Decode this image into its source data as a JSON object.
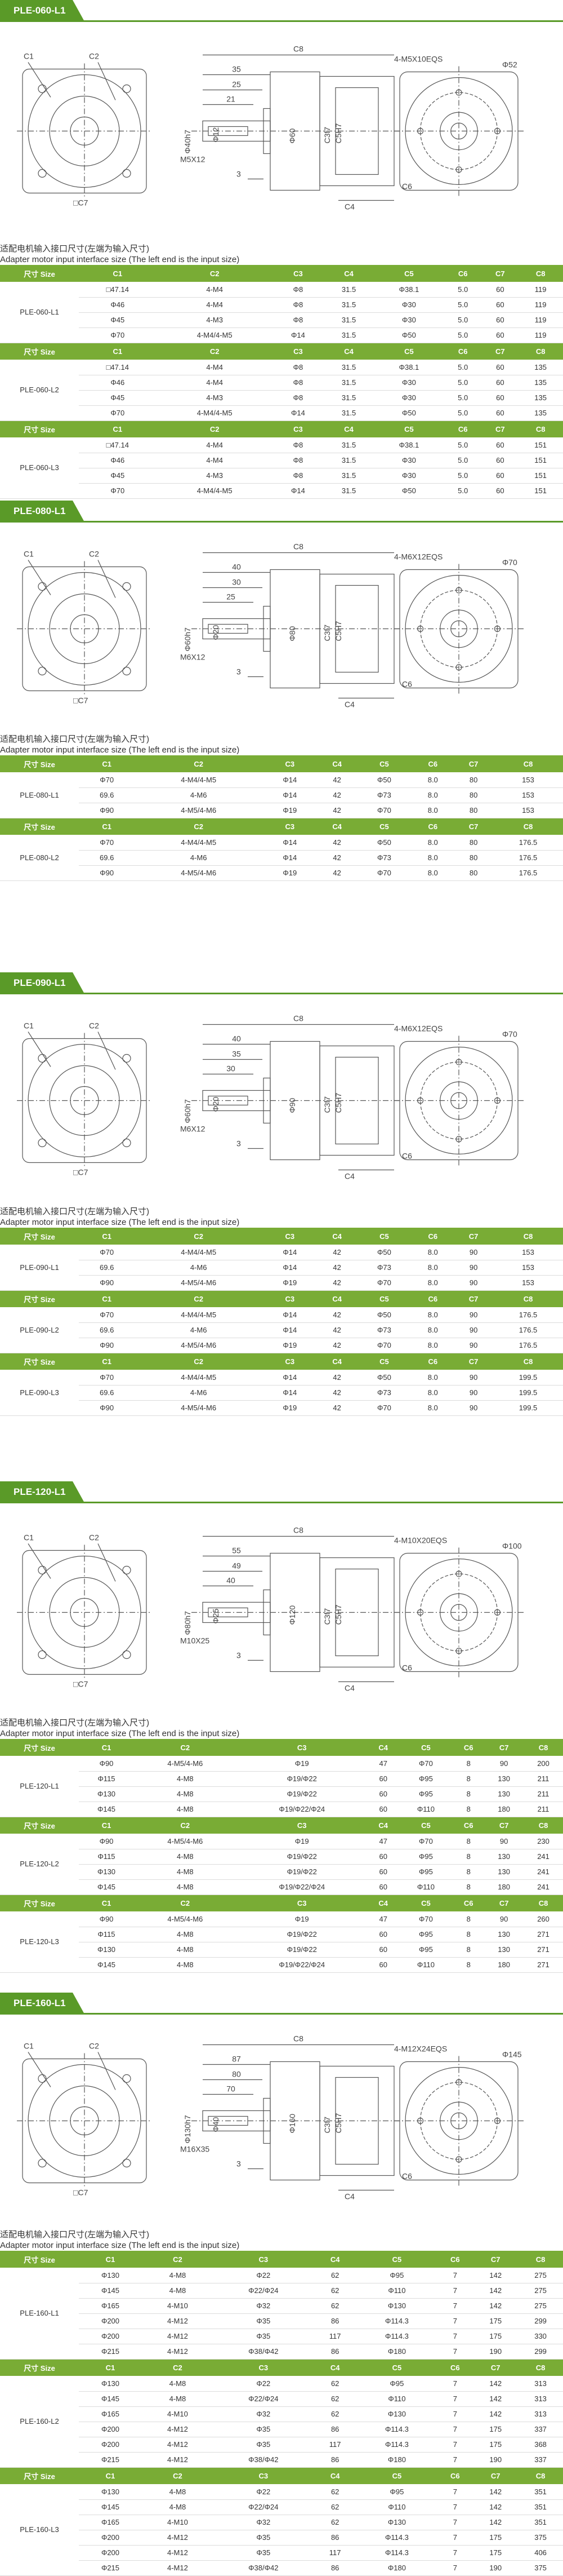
{
  "sections": [
    {
      "tag": "PLE-060-L1",
      "drawing": {
        "dims": [
          "C1",
          "C2",
          "C8",
          "35",
          "25",
          "21",
          "C3f7",
          "C5H7",
          "Φ40h7",
          "Φ12",
          "M5X12",
          "3",
          "C4",
          "C6",
          "□C7",
          "Φ60",
          "4-M5X10EQS",
          "Φ52"
        ]
      },
      "caption_cn": "适配电机输入接口尺寸(左端为输入尺寸)",
      "caption_en": "Adapter motor input interface size (The left end is the input size)",
      "headers": [
        "尺寸 Size",
        "C1",
        "C2",
        "C3",
        "C4",
        "C5",
        "C6",
        "C7",
        "C8"
      ],
      "groups": [
        {
          "name": "PLE-060-L1",
          "rows": [
            [
              "□47.14",
              "4-M4",
              "Φ8",
              "31.5",
              "Φ38.1",
              "5.0",
              "60",
              "119"
            ],
            [
              "Φ46",
              "4-M4",
              "Φ8",
              "31.5",
              "Φ30",
              "5.0",
              "60",
              "119"
            ],
            [
              "Φ45",
              "4-M3",
              "Φ8",
              "31.5",
              "Φ30",
              "5.0",
              "60",
              "119"
            ],
            [
              "Φ70",
              "4-M4/4-M5",
              "Φ14",
              "31.5",
              "Φ50",
              "5.0",
              "60",
              "119"
            ]
          ]
        },
        {
          "name": "PLE-060-L2",
          "rows": [
            [
              "□47.14",
              "4-M4",
              "Φ8",
              "31.5",
              "Φ38.1",
              "5.0",
              "60",
              "135"
            ],
            [
              "Φ46",
              "4-M4",
              "Φ8",
              "31.5",
              "Φ30",
              "5.0",
              "60",
              "135"
            ],
            [
              "Φ45",
              "4-M3",
              "Φ8",
              "31.5",
              "Φ30",
              "5.0",
              "60",
              "135"
            ],
            [
              "Φ70",
              "4-M4/4-M5",
              "Φ14",
              "31.5",
              "Φ50",
              "5.0",
              "60",
              "135"
            ]
          ]
        },
        {
          "name": "PLE-060-L3",
          "rows": [
            [
              "□47.14",
              "4-M4",
              "Φ8",
              "31.5",
              "Φ38.1",
              "5.0",
              "60",
              "151"
            ],
            [
              "Φ46",
              "4-M4",
              "Φ8",
              "31.5",
              "Φ30",
              "5.0",
              "60",
              "151"
            ],
            [
              "Φ45",
              "4-M3",
              "Φ8",
              "31.5",
              "Φ30",
              "5.0",
              "60",
              "151"
            ],
            [
              "Φ70",
              "4-M4/4-M5",
              "Φ14",
              "31.5",
              "Φ50",
              "5.0",
              "60",
              "151"
            ]
          ]
        }
      ]
    },
    {
      "tag": "PLE-080-L1",
      "drawing": {
        "dims": [
          "C1",
          "C2",
          "C8",
          "40",
          "30",
          "25",
          "C3f7",
          "C5H7",
          "Φ60h7",
          "Φ20",
          "M6X12",
          "3",
          "C4",
          "C6",
          "□C7",
          "Φ80",
          "4-M6X12EQS",
          "Φ70"
        ]
      },
      "caption_cn": "适配电机输入接口尺寸(左端为输入尺寸)",
      "caption_en": "Adapter motor input interface size (The left end is the input size)",
      "headers": [
        "尺寸 Size",
        "C1",
        "C2",
        "C3",
        "C4",
        "C5",
        "C6",
        "C7",
        "C8"
      ],
      "groups": [
        {
          "name": "PLE-080-L1",
          "rows": [
            [
              "Φ70",
              "4-M4/4-M5",
              "Φ14",
              "42",
              "Φ50",
              "8.0",
              "80",
              "153"
            ],
            [
              "69.6",
              "4-M6",
              "Φ14",
              "42",
              "Φ73",
              "8.0",
              "80",
              "153"
            ],
            [
              "Φ90",
              "4-M5/4-M6",
              "Φ19",
              "42",
              "Φ70",
              "8.0",
              "80",
              "153"
            ]
          ]
        },
        {
          "name": "PLE-080-L2",
          "rows": [
            [
              "Φ70",
              "4-M4/4-M5",
              "Φ14",
              "42",
              "Φ50",
              "8.0",
              "80",
              "176.5"
            ],
            [
              "69.6",
              "4-M6",
              "Φ14",
              "42",
              "Φ73",
              "8.0",
              "80",
              "176.5"
            ],
            [
              "Φ90",
              "4-M5/4-M6",
              "Φ19",
              "42",
              "Φ70",
              "8.0",
              "80",
              "176.5"
            ]
          ]
        }
      ]
    },
    {
      "tag": "PLE-090-L1",
      "drawing": {
        "dims": [
          "C1",
          "C2",
          "C8",
          "40",
          "35",
          "30",
          "C3f7",
          "C5H7",
          "Φ60h7",
          "Φ20",
          "M6X12",
          "3",
          "C4",
          "C6",
          "□C7",
          "Φ90",
          "4-M6X12EQS",
          "Φ70"
        ]
      },
      "caption_cn": "适配电机输入接口尺寸(左端为输入尺寸)",
      "caption_en": "Adapter motor input interface size (The left end is the input size)",
      "headers": [
        "尺寸 Size",
        "C1",
        "C2",
        "C3",
        "C4",
        "C5",
        "C6",
        "C7",
        "C8"
      ],
      "groups": [
        {
          "name": "PLE-090-L1",
          "rows": [
            [
              "Φ70",
              "4-M4/4-M5",
              "Φ14",
              "42",
              "Φ50",
              "8.0",
              "90",
              "153"
            ],
            [
              "69.6",
              "4-M6",
              "Φ14",
              "42",
              "Φ73",
              "8.0",
              "90",
              "153"
            ],
            [
              "Φ90",
              "4-M5/4-M6",
              "Φ19",
              "42",
              "Φ70",
              "8.0",
              "90",
              "153"
            ]
          ]
        },
        {
          "name": "PLE-090-L2",
          "rows": [
            [
              "Φ70",
              "4-M4/4-M5",
              "Φ14",
              "42",
              "Φ50",
              "8.0",
              "90",
              "176.5"
            ],
            [
              "69.6",
              "4-M6",
              "Φ14",
              "42",
              "Φ73",
              "8.0",
              "90",
              "176.5"
            ],
            [
              "Φ90",
              "4-M5/4-M6",
              "Φ19",
              "42",
              "Φ70",
              "8.0",
              "90",
              "176.5"
            ]
          ]
        },
        {
          "name": "PLE-090-L3",
          "rows": [
            [
              "Φ70",
              "4-M4/4-M5",
              "Φ14",
              "42",
              "Φ50",
              "8.0",
              "90",
              "199.5"
            ],
            [
              "69.6",
              "4-M6",
              "Φ14",
              "42",
              "Φ73",
              "8.0",
              "90",
              "199.5"
            ],
            [
              "Φ90",
              "4-M5/4-M6",
              "Φ19",
              "42",
              "Φ70",
              "8.0",
              "90",
              "199.5"
            ]
          ]
        }
      ]
    },
    {
      "tag": "PLE-120-L1",
      "drawing": {
        "dims": [
          "C1",
          "C2",
          "C8",
          "55",
          "49",
          "40",
          "C3f7",
          "C5H7",
          "Φ80h7",
          "Φ25",
          "M10X25",
          "3",
          "C4",
          "C6",
          "□C7",
          "Φ120",
          "4-M10X20EQS",
          "Φ100"
        ]
      },
      "caption_cn": "适配电机输入接口尺寸(左端为输入尺寸)",
      "caption_en": "Adapter motor input interface size (The left end is the input size)",
      "headers": [
        "尺寸 Size",
        "C1",
        "C2",
        "C3",
        "C4",
        "C5",
        "C6",
        "C7",
        "C8"
      ],
      "groups": [
        {
          "name": "PLE-120-L1",
          "rows": [
            [
              "Φ90",
              "4-M5/4-M6",
              "Φ19",
              "47",
              "Φ70",
              "8",
              "90",
              "200"
            ],
            [
              "Φ115",
              "4-M8",
              "Φ19/Φ22",
              "60",
              "Φ95",
              "8",
              "130",
              "211"
            ],
            [
              "Φ130",
              "4-M8",
              "Φ19/Φ22",
              "60",
              "Φ95",
              "8",
              "130",
              "211"
            ],
            [
              "Φ145",
              "4-M8",
              "Φ19/Φ22/Φ24",
              "60",
              "Φ110",
              "8",
              "180",
              "211"
            ]
          ]
        },
        {
          "name": "PLE-120-L2",
          "rows": [
            [
              "Φ90",
              "4-M5/4-M6",
              "Φ19",
              "47",
              "Φ70",
              "8",
              "90",
              "230"
            ],
            [
              "Φ115",
              "4-M8",
              "Φ19/Φ22",
              "60",
              "Φ95",
              "8",
              "130",
              "241"
            ],
            [
              "Φ130",
              "4-M8",
              "Φ19/Φ22",
              "60",
              "Φ95",
              "8",
              "130",
              "241"
            ],
            [
              "Φ145",
              "4-M8",
              "Φ19/Φ22/Φ24",
              "60",
              "Φ110",
              "8",
              "180",
              "241"
            ]
          ]
        },
        {
          "name": "PLE-120-L3",
          "rows": [
            [
              "Φ90",
              "4-M5/4-M6",
              "Φ19",
              "47",
              "Φ70",
              "8",
              "90",
              "260"
            ],
            [
              "Φ115",
              "4-M8",
              "Φ19/Φ22",
              "60",
              "Φ95",
              "8",
              "130",
              "271"
            ],
            [
              "Φ130",
              "4-M8",
              "Φ19/Φ22",
              "60",
              "Φ95",
              "8",
              "130",
              "271"
            ],
            [
              "Φ145",
              "4-M8",
              "Φ19/Φ22/Φ24",
              "60",
              "Φ110",
              "8",
              "180",
              "271"
            ]
          ]
        }
      ]
    },
    {
      "tag": "PLE-160-L1",
      "drawing": {
        "dims": [
          "C1",
          "C2",
          "C8",
          "87",
          "80",
          "70",
          "C3f7",
          "C5H7",
          "Φ130h7",
          "Φ40",
          "M16X35",
          "3",
          "C4",
          "C6",
          "□C7",
          "Φ160",
          "4-M12X24EQS",
          "Φ145"
        ]
      },
      "caption_cn": "适配电机输入接口尺寸(左端为输入尺寸)",
      "caption_en": "Adapter motor input interface size (The left end is the input size)",
      "headers": [
        "尺寸 Size",
        "C1",
        "C2",
        "C3",
        "C4",
        "C5",
        "C6",
        "C7",
        "C8"
      ],
      "groups": [
        {
          "name": "PLE-160-L1",
          "rows": [
            [
              "Φ130",
              "4-M8",
              "Φ22",
              "62",
              "Φ95",
              "7",
              "142",
              "275"
            ],
            [
              "Φ145",
              "4-M8",
              "Φ22/Φ24",
              "62",
              "Φ110",
              "7",
              "142",
              "275"
            ],
            [
              "Φ165",
              "4-M10",
              "Φ32",
              "62",
              "Φ130",
              "7",
              "142",
              "275"
            ],
            [
              "Φ200",
              "4-M12",
              "Φ35",
              "86",
              "Φ114.3",
              "7",
              "175",
              "299"
            ],
            [
              "Φ200",
              "4-M12",
              "Φ35",
              "117",
              "Φ114.3",
              "7",
              "175",
              "330"
            ],
            [
              "Φ215",
              "4-M12",
              "Φ38/Φ42",
              "86",
              "Φ180",
              "7",
              "190",
              "299"
            ]
          ]
        },
        {
          "name": "PLE-160-L2",
          "rows": [
            [
              "Φ130",
              "4-M8",
              "Φ22",
              "62",
              "Φ95",
              "7",
              "142",
              "313"
            ],
            [
              "Φ145",
              "4-M8",
              "Φ22/Φ24",
              "62",
              "Φ110",
              "7",
              "142",
              "313"
            ],
            [
              "Φ165",
              "4-M10",
              "Φ32",
              "62",
              "Φ130",
              "7",
              "142",
              "313"
            ],
            [
              "Φ200",
              "4-M12",
              "Φ35",
              "86",
              "Φ114.3",
              "7",
              "175",
              "337"
            ],
            [
              "Φ200",
              "4-M12",
              "Φ35",
              "117",
              "Φ114.3",
              "7",
              "175",
              "368"
            ],
            [
              "Φ215",
              "4-M12",
              "Φ38/Φ42",
              "86",
              "Φ180",
              "7",
              "190",
              "337"
            ]
          ]
        },
        {
          "name": "PLE-160-L3",
          "rows": [
            [
              "Φ130",
              "4-M8",
              "Φ22",
              "62",
              "Φ95",
              "7",
              "142",
              "351"
            ],
            [
              "Φ145",
              "4-M8",
              "Φ22/Φ24",
              "62",
              "Φ110",
              "7",
              "142",
              "351"
            ],
            [
              "Φ165",
              "4-M10",
              "Φ32",
              "62",
              "Φ130",
              "7",
              "142",
              "351"
            ],
            [
              "Φ200",
              "4-M12",
              "Φ35",
              "86",
              "Φ114.3",
              "7",
              "175",
              "375"
            ],
            [
              "Φ200",
              "4-M12",
              "Φ35",
              "117",
              "Φ114.3",
              "7",
              "175",
              "406"
            ],
            [
              "Φ215",
              "4-M12",
              "Φ38/Φ42",
              "86",
              "Φ180",
              "7",
              "190",
              "375"
            ]
          ]
        }
      ]
    }
  ]
}
